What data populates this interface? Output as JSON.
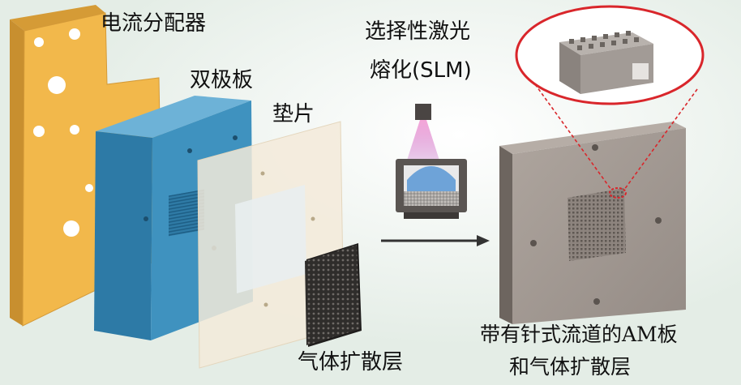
{
  "labels": {
    "current_distributor": "电流分配器",
    "bipolar_plate": "双极板",
    "gasket": "垫片",
    "slm_line1": "选择性激光",
    "slm_line2": "熔化(SLM)",
    "gdl": "气体扩散层",
    "result_line1": "带有针式流道的AM板",
    "result_line2": "和气体扩散层"
  },
  "colors": {
    "distributor": "#f2b84b",
    "bipolar_plate": "#3f92bf",
    "gasket": "#f3ead9",
    "am_plate": "#7f7670",
    "gdl": "#3b3937",
    "zoom_circle": "#d9262b"
  }
}
